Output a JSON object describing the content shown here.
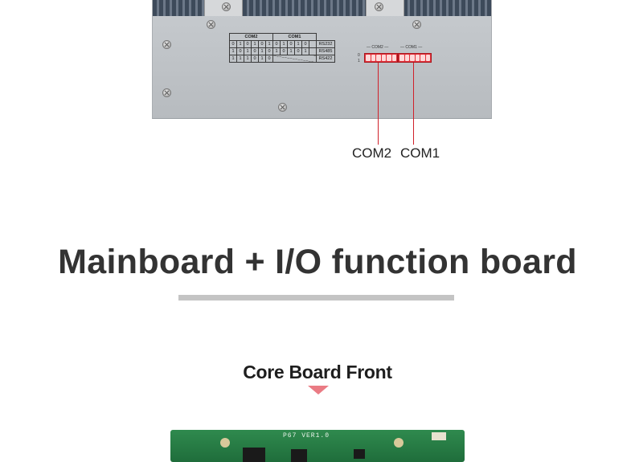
{
  "dip_table": {
    "group_headers": [
      "COM2",
      "COM1"
    ],
    "rows": [
      {
        "com2": [
          "0",
          "1",
          "0",
          "1",
          "0"
        ],
        "com1": [
          "1",
          "0",
          "1",
          "0",
          "1"
        ],
        "bit": "0",
        "mode": "RS232"
      },
      {
        "com2": [
          "1",
          "0",
          "1",
          "0",
          "1"
        ],
        "com1": [
          "0",
          "1",
          "0",
          "1",
          "0"
        ],
        "bit": "1",
        "mode": "RS485"
      },
      {
        "com2": [
          "1",
          "1",
          "1",
          "0",
          "1"
        ],
        "com1": [
          "0",
          "",
          "",
          "",
          ""
        ],
        "bit": "",
        "mode": "RS422"
      }
    ]
  },
  "dip_switch": {
    "group_labels": [
      "COM2",
      "COM1"
    ],
    "row_labels": [
      "0",
      "1"
    ]
  },
  "callouts": [
    "COM2",
    "COM1"
  ],
  "heading": "Mainboard + I/O function board",
  "subheading": "Core Board Front",
  "pcb_silkscreen": "P67 VER1.0",
  "colors": {
    "heading": "#333333",
    "rule": "#c4c4c4",
    "arrow": "#ea7b84",
    "dip_switch": "#e2313a",
    "callout_line": "#d0202a",
    "pcb": "#2f8a4e"
  }
}
